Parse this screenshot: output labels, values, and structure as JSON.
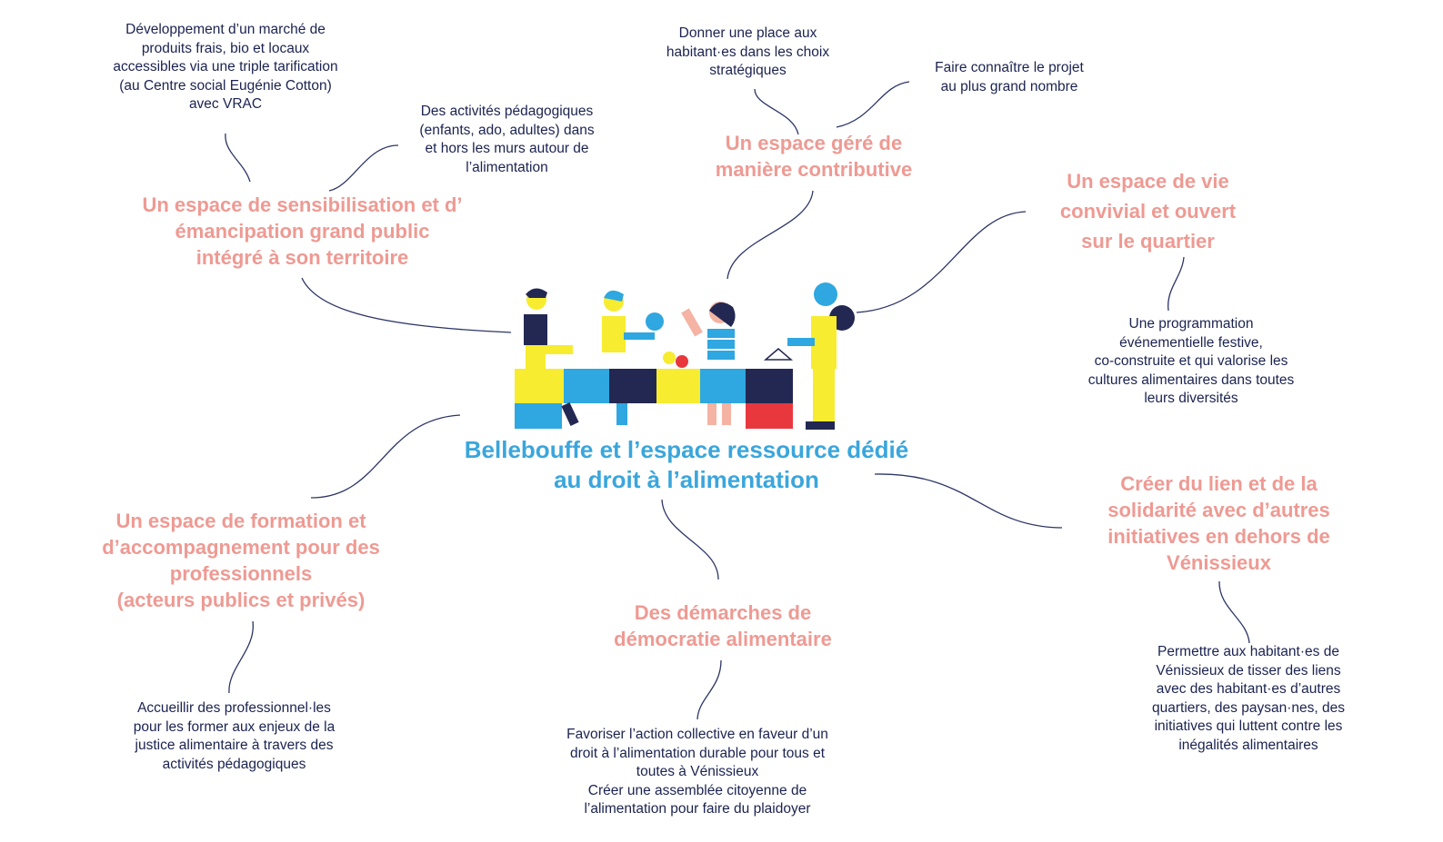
{
  "center": {
    "title": "Bellebouffe et l’espace ressource dédié\nau droit à l’alimentation"
  },
  "branches": {
    "sensibilisation": {
      "title": "Un espace de sensibilisation et d’\némancipation grand public\nintégré à son territoire",
      "details": [
        "Développement d’un marché de\nproduits frais, bio et locaux\naccessibles via une triple tarification\n(au Centre social Eugénie Cotton)\navec VRAC",
        "Des activités pédagogiques\n(enfants, ado, adultes)  dans\net hors les murs autour de\nl’alimentation"
      ]
    },
    "contributive": {
      "title": "Un espace géré de\nmanière contributive",
      "details": [
        "Donner une place aux\nhabitant·es dans les choix\nstratégiques",
        "Faire connaître le projet\nau plus grand nombre"
      ]
    },
    "convivial": {
      "title": "Un espace de vie\nconvivial et ouvert\nsur le  quartier",
      "details": [
        "Une programmation\névénementielle festive,\nco-construite et qui valorise les\ncultures alimentaires dans toutes\nleurs diversités"
      ]
    },
    "solidarite": {
      "title": "Créer du lien et de la\nsolidarité avec d’autres\ninitiatives en dehors de\nVénissieux",
      "details": [
        "Permettre aux habitant·es de\nVénissieux de tisser des liens\navec des habitant·es d’autres\nquartiers, des paysan·nes, des\ninitiatives qui luttent contre les\ninégalités alimentaires"
      ]
    },
    "democratie": {
      "title": "Des démarches de\ndémocratie alimentaire",
      "details": [
        "Favoriser l’action collective en faveur d’un\ndroit à l’alimentation durable pour tous et\ntoutes à Vénissieux\nCréer une assemblée citoyenne de\nl’alimentation pour faire du plaidoyer"
      ]
    },
    "formation": {
      "title": "Un espace de formation et\nd’accompagnement pour des\nprofessionnels\n(acteurs publics et privés)",
      "details": [
        "Accueillir des professionnel·les\npour les former aux enjeux de la\njustice alimentaire à travers des\nactivités pédagogiques"
      ]
    }
  },
  "colors": {
    "center": "#3aa6dc",
    "branch": "#ee9a93",
    "detail": "#1b2350",
    "yellow": "#f7ec2f",
    "blue": "#2fa7e0",
    "navy": "#232852",
    "red": "#e8383d"
  }
}
